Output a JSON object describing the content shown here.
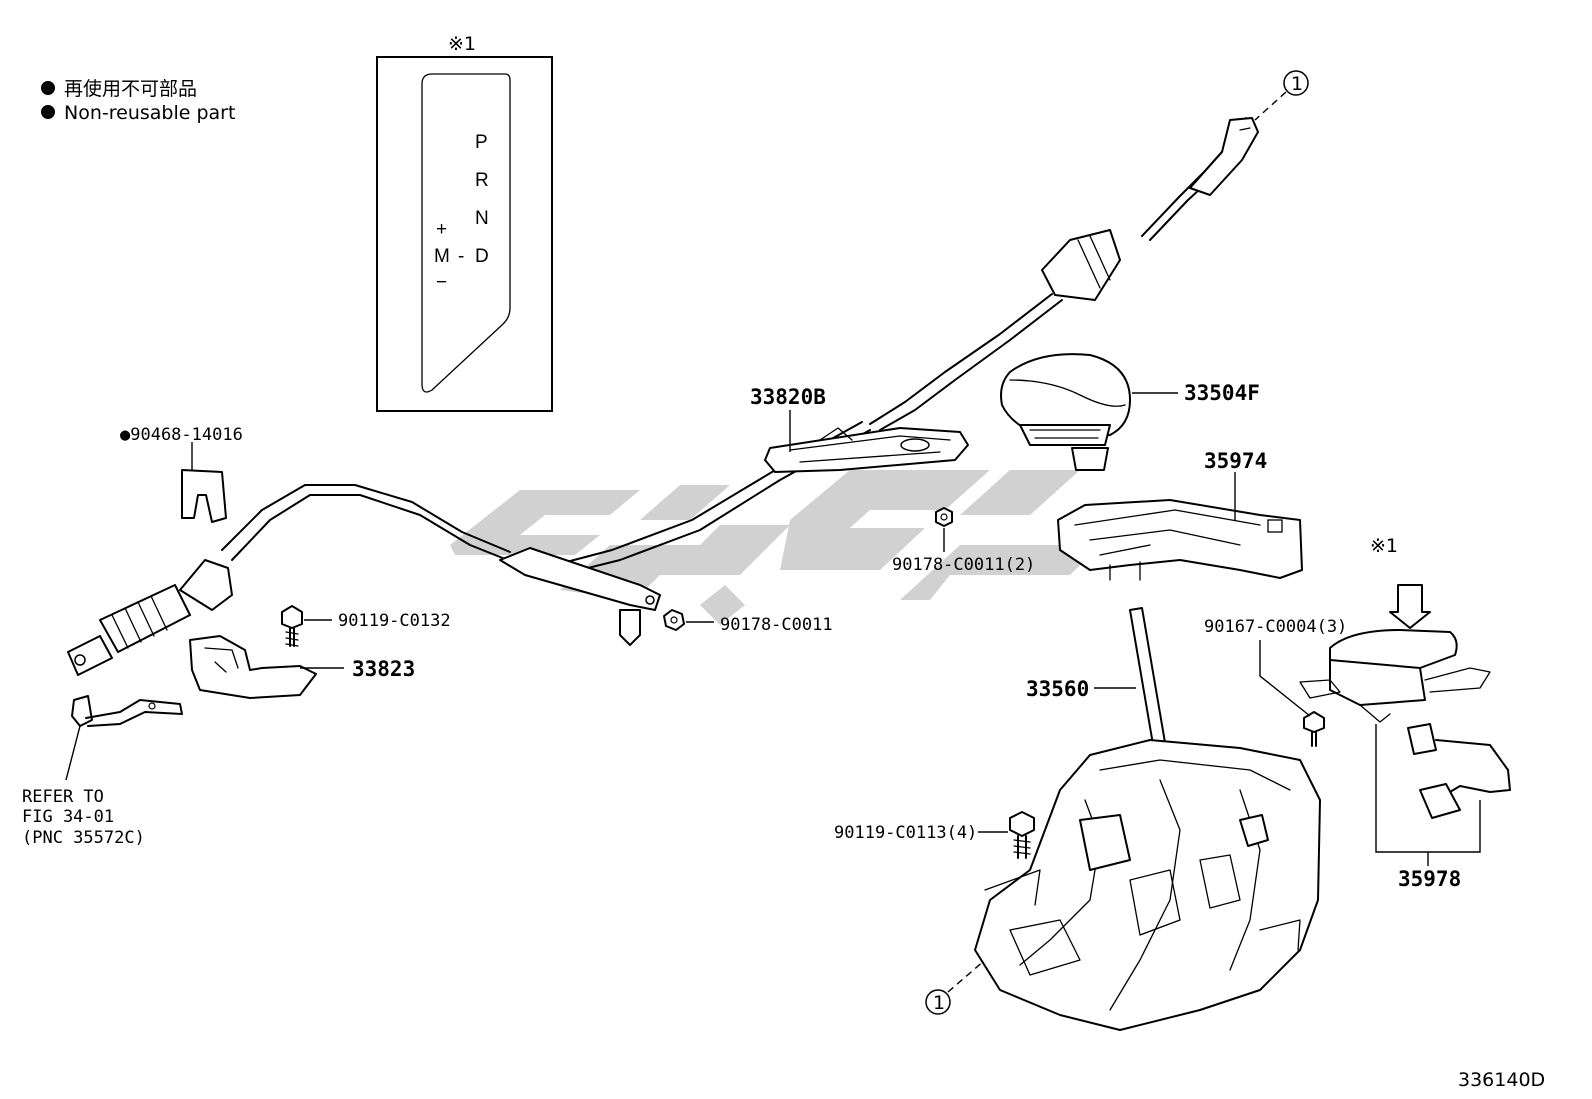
{
  "legend": {
    "marker": "●",
    "line_jp": "再使用不可部品",
    "line_en": "Non-reusable part"
  },
  "note_mark": "※1",
  "shift_pattern": {
    "p": "P",
    "r": "R",
    "n": "N",
    "d": "D",
    "m": "M",
    "plus": "+",
    "minus": "−",
    "dash": "-"
  },
  "parts": {
    "p90468": "●90468-14016",
    "p90119_c0132": "90119-C0132",
    "p33823": "33823",
    "p33820b": "33820B",
    "p90178_c0011": "90178-C0011",
    "p90178_c0011_2": "90178-C0011(2)",
    "p33504f": "33504F",
    "p35974": "35974",
    "p90167": "90167-C0004(3)",
    "p33560": "33560",
    "p90119_c0113": "90119-C0113(4)",
    "p35978": "35978"
  },
  "refer": {
    "line1": "REFER TO",
    "line2": "FIG 34-01",
    "line3": "(PNC 35572C)"
  },
  "connector_mark": "1",
  "diagram_code": "336140D"
}
